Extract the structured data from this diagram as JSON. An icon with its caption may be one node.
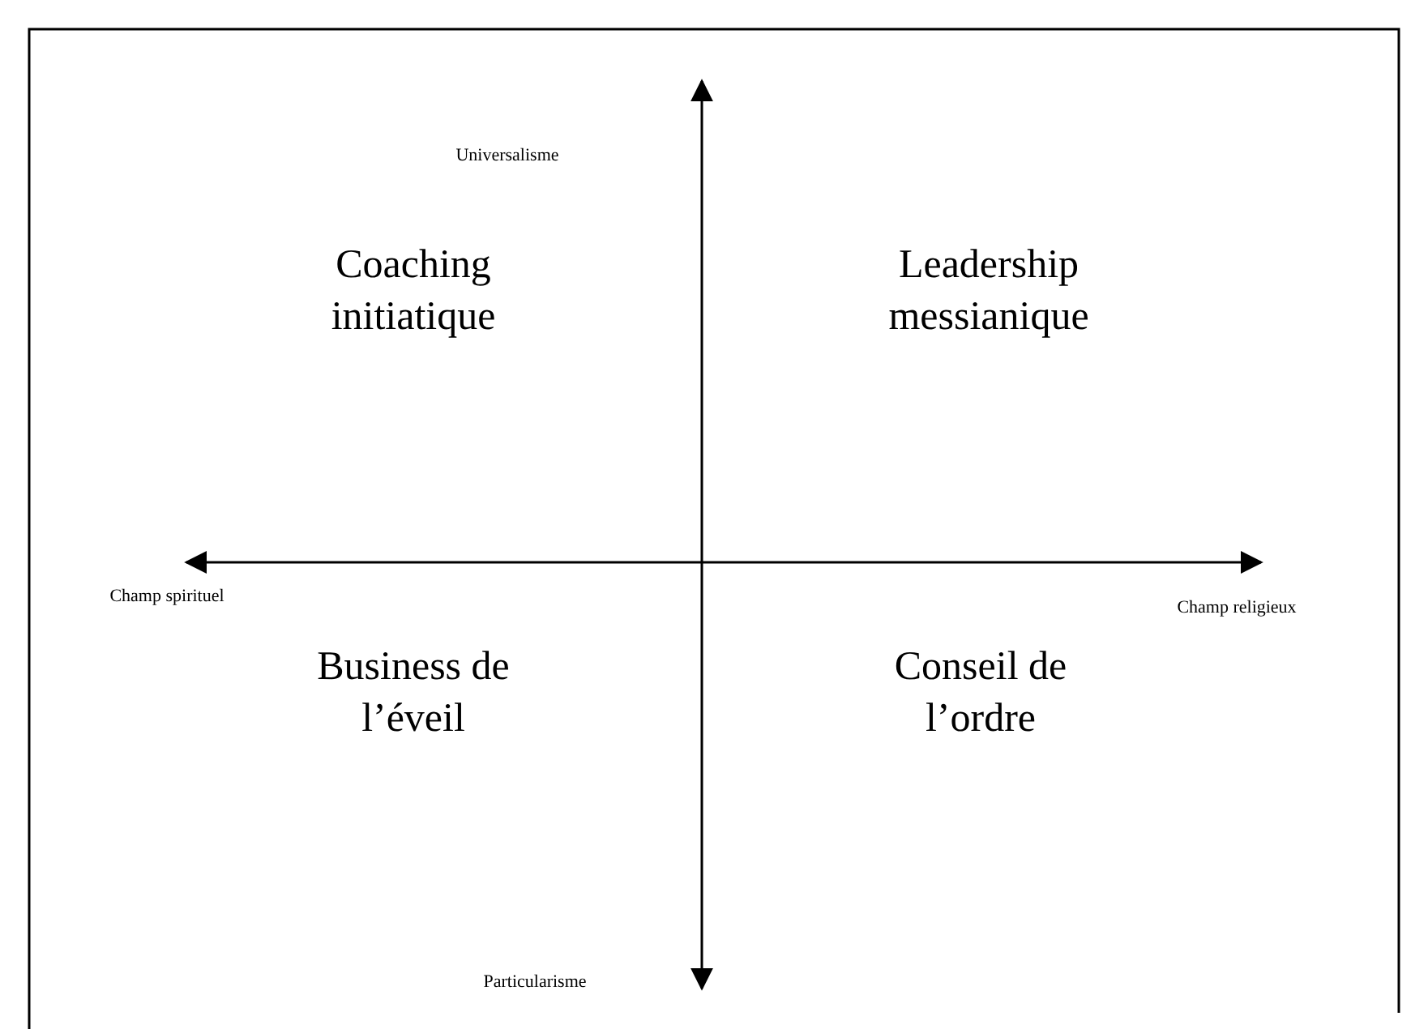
{
  "diagram": {
    "labels": [
      "Universalisme",
      "Coaching initiatique",
      "Leadership messianique",
      "Champ spirituel",
      "Champ religieux",
      "Business de l’éveil",
      "Conseil de l’ordre",
      "Particularisme"
    ]
  }
}
